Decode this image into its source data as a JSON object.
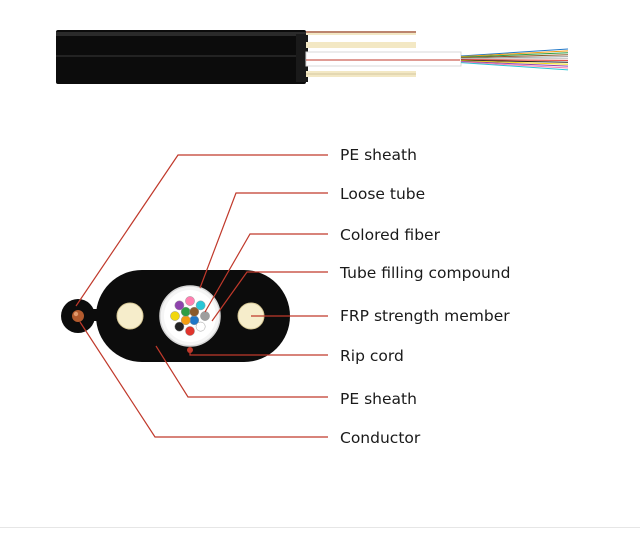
{
  "labels": {
    "pe_sheath_top": "PE sheath",
    "loose_tube": "Loose tube",
    "colored_fiber": "Colored fiber",
    "tube_filling_compound": "Tube filling compound",
    "frp_strength_member": "FRP strength member",
    "rip_cord": "Rip cord",
    "pe_sheath_bottom": "PE sheath",
    "conductor": "Conductor"
  },
  "colors": {
    "leader_line": "#c0392b",
    "sheath": "#0d0d0d",
    "strength_member": "#f6edcb",
    "loose_tube": "#f5f5f5",
    "conductor": "#b35b2e"
  },
  "fiber_colors": [
    "#1f77c8",
    "#f39c12",
    "#2e9e44",
    "#8b5a2b",
    "#9e9e9e",
    "#ffffff",
    "#e0342c",
    "#222222",
    "#f1d70f",
    "#8e44ad",
    "#ff7fb0",
    "#29c6d6"
  ]
}
